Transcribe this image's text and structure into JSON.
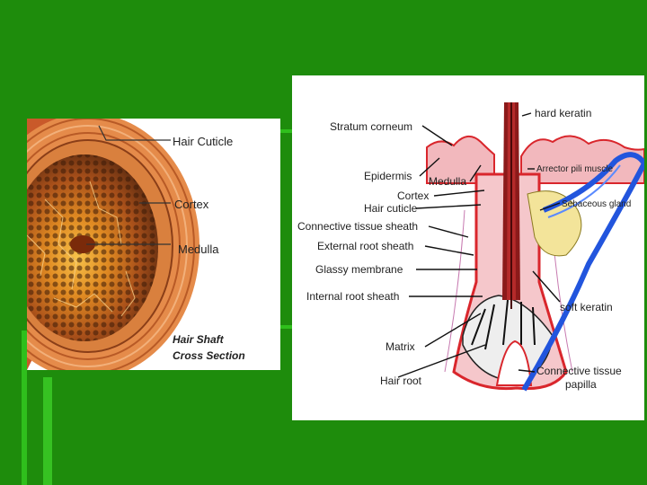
{
  "left_diagram": {
    "labels": {
      "hair_cuticle": "Hair Cuticle",
      "cortex": "Cortex",
      "medulla": "Medulla"
    },
    "caption_line1": "Hair Shaft",
    "caption_line2": "Cross Section"
  },
  "right_diagram": {
    "labels": {
      "stratum_corneum": "Stratum corneum",
      "hard_keratin": "hard keratin",
      "epidermis": "Epidermis",
      "medulla": "Medulla",
      "arrector_pili_muscle": "Arrector pili muscle",
      "cortex": "Cortex",
      "sebaceous_gland": "Sebaceous gland",
      "hair_cuticle": "Hair cuticle",
      "connective_tissue_sheath": "Connective tissue sheath",
      "external_root_sheath": "External root sheath",
      "glassy_membrane": "Glassy membrane",
      "internal_root_sheath": "Internal root sheath",
      "soft_keratin": "soft keratin",
      "matrix": "Matrix",
      "hair_root": "Hair root",
      "connective_tissue_papilla_line1": "Connective tissue",
      "connective_tissue_papilla_line2": "papilla"
    }
  },
  "colors": {
    "background": "#1e8c0c",
    "accent_light_green": "#2fbf1c",
    "hair_shaft": "#8b1a1a",
    "skin_pink": "#f2b8bd",
    "outline_red": "#d9262c",
    "muscle_blue": "#2255dd",
    "gland_yellow": "#f3e49a"
  }
}
